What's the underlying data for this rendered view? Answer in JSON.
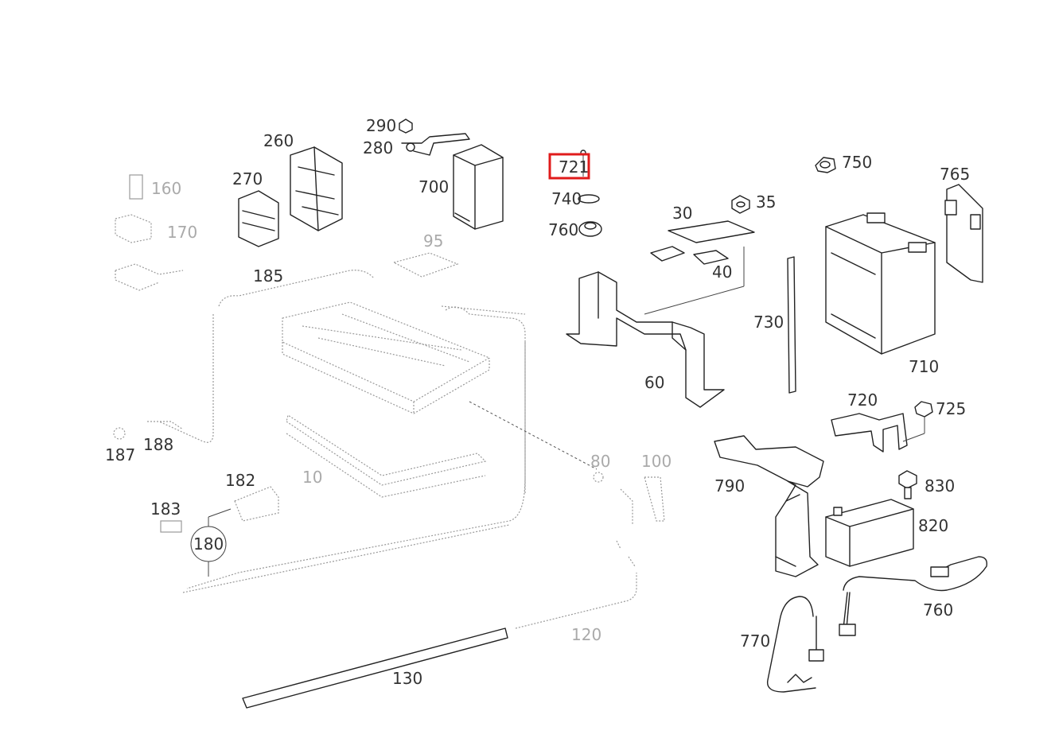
{
  "diagram": {
    "labels": {
      "l290": "290",
      "l280": "280",
      "l260": "260",
      "l270": "270",
      "l700": "700",
      "l721": "721",
      "l740": "740",
      "l760b": "760",
      "l750": "750",
      "l765": "765",
      "l35": "35",
      "l30": "30",
      "l40": "40",
      "l730": "730",
      "l710": "710",
      "l60": "60",
      "l720": "720",
      "l725": "725",
      "l790": "790",
      "l830": "830",
      "l820": "820",
      "l760": "760",
      "l770": "770",
      "l160": "160",
      "l170": "170",
      "l185": "185",
      "l187": "187",
      "l188": "188",
      "l182": "182",
      "l183": "183",
      "l180": "180",
      "l130": "130",
      "l120": "120",
      "l10": "10",
      "l80": "80",
      "l100": "100",
      "l95": "95"
    },
    "highlight": {
      "part": "721",
      "color": "#e01b1b"
    }
  }
}
